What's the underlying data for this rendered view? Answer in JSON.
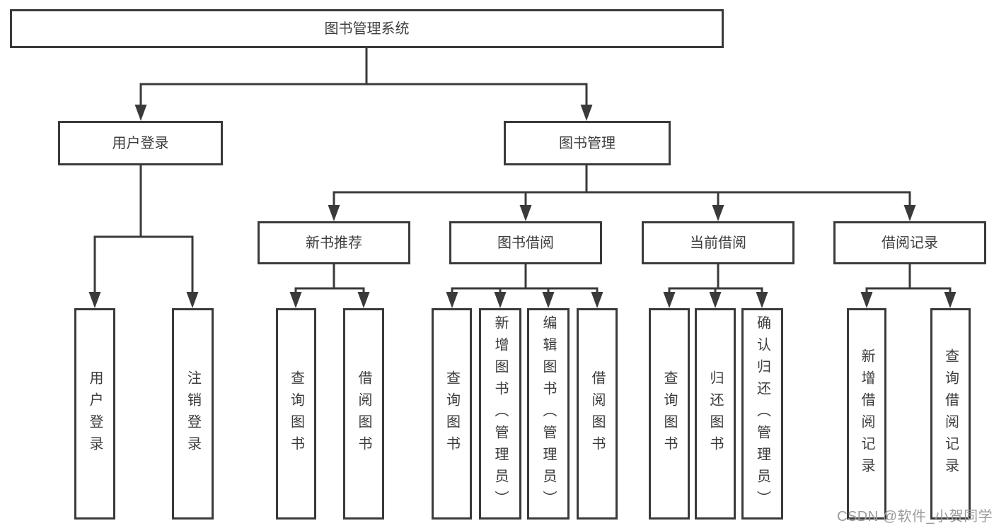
{
  "diagram_title": "图书管理系统",
  "tree": {
    "label": "图书管理系统",
    "children": [
      {
        "label": "用户登录",
        "children": [
          {
            "label": "用户登录"
          },
          {
            "label": "注销登录"
          }
        ]
      },
      {
        "label": "图书管理",
        "children": [
          {
            "label": "新书推荐",
            "children": [
              {
                "label": "查询图书"
              },
              {
                "label": "借阅图书"
              }
            ]
          },
          {
            "label": "图书借阅",
            "children": [
              {
                "label": "查询图书"
              },
              {
                "label": "新增图书（管理员）"
              },
              {
                "label": "编辑图书（管理员）"
              },
              {
                "label": "借阅图书"
              }
            ]
          },
          {
            "label": "当前借阅",
            "children": [
              {
                "label": "查询图书"
              },
              {
                "label": "归还图书"
              },
              {
                "label": "确认归还（管理员）"
              }
            ]
          },
          {
            "label": "借阅记录",
            "children": [
              {
                "label": "新增借阅记录"
              },
              {
                "label": "查询借阅记录"
              }
            ]
          }
        ]
      }
    ]
  },
  "watermark": {
    "text": "CSDN @软件_小贺同学"
  },
  "colors": {
    "line": "#3A3A3A",
    "node_border": "#3A3A3A",
    "node_text": "#3D3D3D",
    "background": "#FFFFFF",
    "watermark": "#9B9B9B"
  }
}
